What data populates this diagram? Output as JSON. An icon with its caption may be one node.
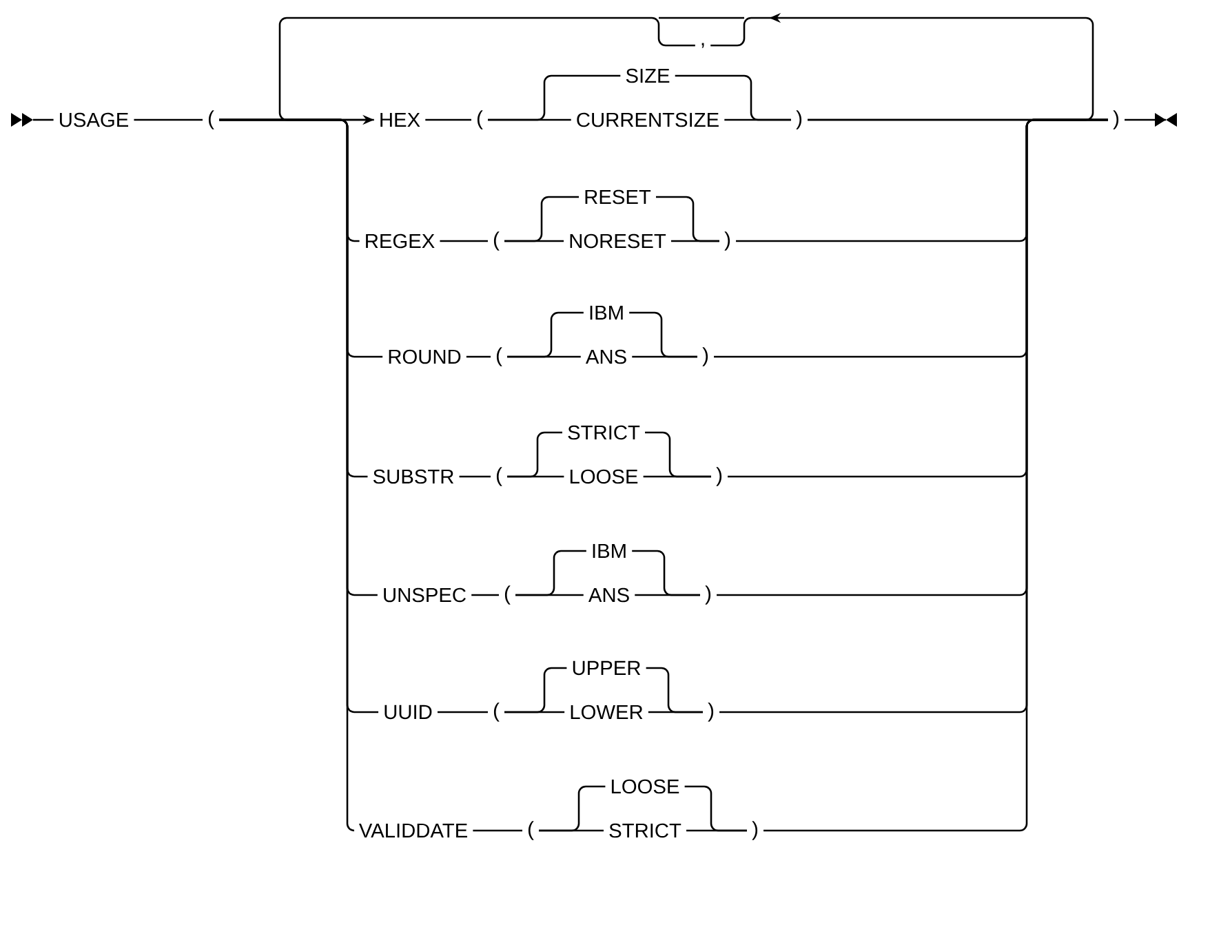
{
  "diagram": {
    "nodes": [
      {
        "text": [
          ","
        ]
      },
      {
        "text": [
          "USAGE"
        ]
      },
      {
        "text": [
          "("
        ]
      },
      {
        "text": [
          "HEX"
        ]
      },
      {
        "text": [
          "("
        ]
      },
      {
        "text": [
          "SIZE"
        ]
      },
      {
        "text": [
          "CURRENTSIZE"
        ]
      },
      {
        "text": [
          ")"
        ]
      },
      {
        "text": [
          "REGEX"
        ]
      },
      {
        "text": [
          "("
        ]
      },
      {
        "text": [
          "RESET"
        ]
      },
      {
        "text": [
          "NORESET"
        ]
      },
      {
        "text": [
          ")"
        ]
      },
      {
        "text": [
          "ROUND"
        ]
      },
      {
        "text": [
          "("
        ]
      },
      {
        "text": [
          "IBM"
        ]
      },
      {
        "text": [
          "ANS"
        ]
      },
      {
        "text": [
          ")"
        ]
      },
      {
        "text": [
          "SUBSTR"
        ]
      },
      {
        "text": [
          "("
        ]
      },
      {
        "text": [
          "STRICT"
        ]
      },
      {
        "text": [
          "LOOSE"
        ]
      },
      {
        "text": [
          ")"
        ]
      },
      {
        "text": [
          "UNSPEC"
        ]
      },
      {
        "text": [
          "("
        ]
      },
      {
        "text": [
          "IBM"
        ]
      },
      {
        "text": [
          "ANS"
        ]
      },
      {
        "text": [
          ")"
        ]
      },
      {
        "text": [
          "UUID"
        ]
      },
      {
        "text": [
          "("
        ]
      },
      {
        "text": [
          "UPPER"
        ]
      },
      {
        "text": [
          "LOWER"
        ]
      },
      {
        "text": [
          ")"
        ]
      },
      {
        "text": [
          "VALIDDATE"
        ]
      },
      {
        "text": [
          "("
        ]
      },
      {
        "text": [
          "LOOSE"
        ]
      },
      {
        "text": [
          "STRICT"
        ]
      },
      {
        "text": [
          ")"
        ]
      },
      {
        "text": [
          ")"
        ]
      }
    ],
    "edges": [
      {
        "from": 1,
        "to": 2,
        "arrow": "none"
      },
      {
        "from": 2,
        "to": 3,
        "arrow": "none"
      },
      {
        "from": 3,
        "to": 4,
        "arrow": "none"
      },
      {
        "from": 4,
        "to": 5,
        "arrow": "none"
      },
      {
        "from": 4,
        "to": 6,
        "arrow": "none"
      },
      {
        "from": 5,
        "to": 7,
        "arrow": "none"
      },
      {
        "from": 6,
        "to": 7,
        "arrow": "none"
      },
      {
        "from": 7,
        "to": 38,
        "arrow": "none"
      },
      {
        "from": 2,
        "to": 8,
        "arrow": "none"
      },
      {
        "from": 8,
        "to": 9,
        "arrow": "none"
      },
      {
        "from": 9,
        "to": 10,
        "arrow": "none"
      },
      {
        "from": 9,
        "to": 11,
        "arrow": "none"
      },
      {
        "from": 10,
        "to": 12,
        "arrow": "none"
      },
      {
        "from": 11,
        "to": 12,
        "arrow": "none"
      },
      {
        "from": 12,
        "to": 38,
        "arrow": "none"
      },
      {
        "from": 2,
        "to": 13,
        "arrow": "none"
      },
      {
        "from": 13,
        "to": 14,
        "arrow": "none"
      },
      {
        "from": 14,
        "to": 15,
        "arrow": "none"
      },
      {
        "from": 14,
        "to": 16,
        "arrow": "none"
      },
      {
        "from": 15,
        "to": 17,
        "arrow": "none"
      },
      {
        "from": 16,
        "to": 17,
        "arrow": "none"
      },
      {
        "from": 17,
        "to": 38,
        "arrow": "none"
      },
      {
        "from": 2,
        "to": 18,
        "arrow": "none"
      },
      {
        "from": 18,
        "to": 19,
        "arrow": "none"
      },
      {
        "from": 19,
        "to": 20,
        "arrow": "none"
      },
      {
        "from": 19,
        "to": 21,
        "arrow": "none"
      },
      {
        "from": 20,
        "to": 22,
        "arrow": "none"
      },
      {
        "from": 21,
        "to": 22,
        "arrow": "none"
      },
      {
        "from": 22,
        "to": 38,
        "arrow": "none"
      },
      {
        "from": 2,
        "to": 23,
        "arrow": "none"
      },
      {
        "from": 23,
        "to": 24,
        "arrow": "none"
      },
      {
        "from": 24,
        "to": 25,
        "arrow": "none"
      },
      {
        "from": 24,
        "to": 26,
        "arrow": "none"
      },
      {
        "from": 25,
        "to": 27,
        "arrow": "none"
      },
      {
        "from": 26,
        "to": 27,
        "arrow": "none"
      },
      {
        "from": 27,
        "to": 38,
        "arrow": "none"
      },
      {
        "from": 2,
        "to": 28,
        "arrow": "none"
      },
      {
        "from": 28,
        "to": 29,
        "arrow": "none"
      },
      {
        "from": 29,
        "to": 30,
        "arrow": "none"
      },
      {
        "from": 29,
        "to": 31,
        "arrow": "none"
      },
      {
        "from": 30,
        "to": 32,
        "arrow": "none"
      },
      {
        "from": 31,
        "to": 32,
        "arrow": "none"
      },
      {
        "from": 32,
        "to": 38,
        "arrow": "none"
      },
      {
        "from": 2,
        "to": 33,
        "arrow": "none"
      },
      {
        "from": 33,
        "to": 34,
        "arrow": "none"
      },
      {
        "from": 34,
        "to": 35,
        "arrow": "none"
      },
      {
        "from": 34,
        "to": 36,
        "arrow": "none"
      },
      {
        "from": 35,
        "to": 37,
        "arrow": "none"
      },
      {
        "from": 36,
        "to": 37,
        "arrow": "none"
      },
      {
        "from": 37,
        "to": 38,
        "arrow": "none"
      },
      {
        "from": 7,
        "to": 0,
        "arrow": "to"
      },
      {
        "from": 0,
        "to": 3,
        "arrow": "to"
      }
    ]
  }
}
